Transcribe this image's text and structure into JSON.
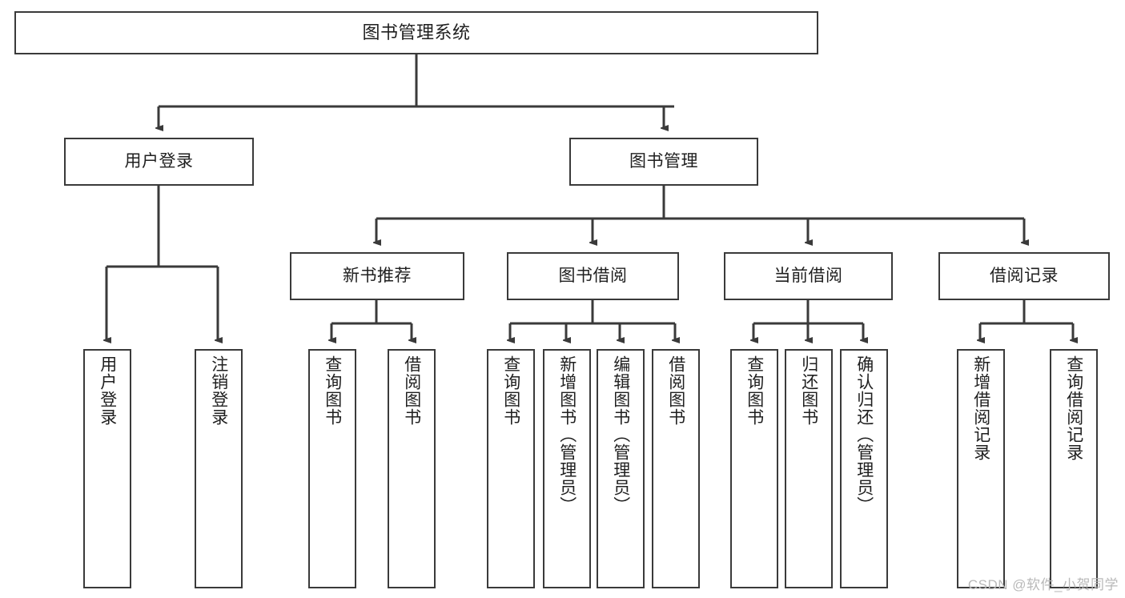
{
  "diagram": {
    "title": "图书管理系统",
    "type": "tree",
    "colors": {
      "border": "#3a3a3a",
      "background": "#ffffff",
      "text": "#1f1f1f",
      "edge": "#3a3a3a",
      "watermark": "#b9b9b9"
    },
    "root": {
      "label": "图书管理系统"
    },
    "level2": [
      {
        "label": "用户登录"
      },
      {
        "label": "图书管理"
      }
    ],
    "level3": [
      {
        "label": "新书推荐"
      },
      {
        "label": "图书借阅"
      },
      {
        "label": "当前借阅"
      },
      {
        "label": "借阅记录"
      }
    ],
    "leaves": {
      "user_login": [
        {
          "label": "用户登录"
        },
        {
          "label": "注销登录"
        }
      ],
      "new_book_recommend": [
        {
          "label": "查询图书"
        },
        {
          "label": "借阅图书"
        }
      ],
      "book_borrow": [
        {
          "label": "查询图书"
        },
        {
          "label": "新增图书（管理员）"
        },
        {
          "label": "编辑图书（管理员）"
        },
        {
          "label": "借阅图书"
        }
      ],
      "current_borrow": [
        {
          "label": "查询图书"
        },
        {
          "label": "归还图书"
        },
        {
          "label": "确认归还（管理员）"
        }
      ],
      "borrow_record": [
        {
          "label": "新增借阅记录"
        },
        {
          "label": "查询借阅记录"
        }
      ]
    },
    "watermark": "CSDN @软件_小贺同学"
  }
}
